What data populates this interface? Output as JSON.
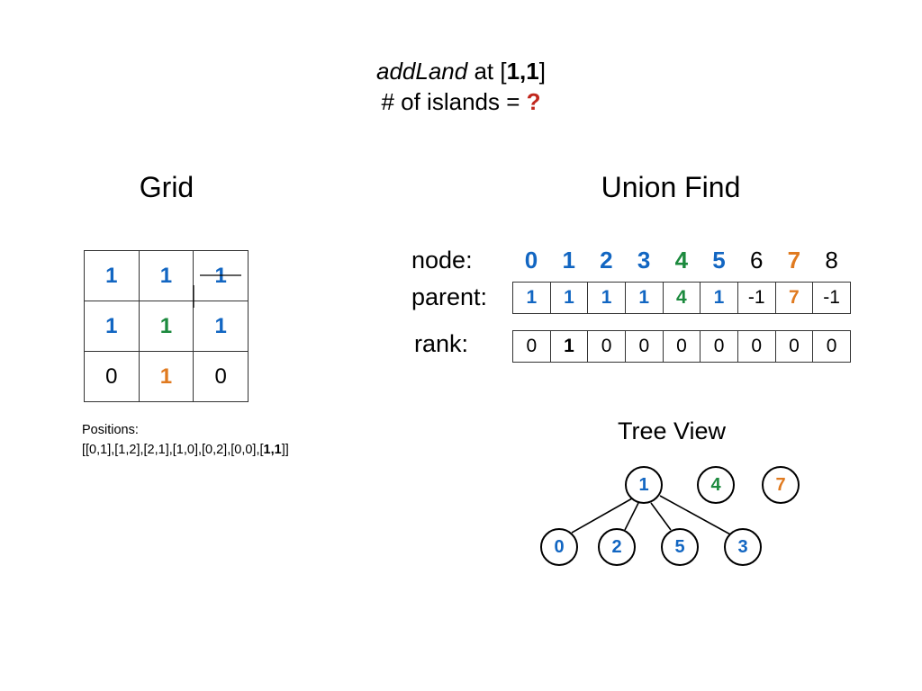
{
  "title": {
    "action_italic": "addLand",
    "action_rest": " at [",
    "coord": "1,1",
    "close": "]",
    "islands_label": "# of islands = ",
    "islands_value": "?"
  },
  "grid": {
    "heading": "Grid",
    "cells": [
      [
        {
          "v": "1",
          "c": "blue"
        },
        {
          "v": "1",
          "c": "blue"
        },
        {
          "v": "1",
          "c": "blue"
        }
      ],
      [
        {
          "v": "1",
          "c": "blue"
        },
        {
          "v": "1",
          "c": "green"
        },
        {
          "v": "1",
          "c": "blue"
        }
      ],
      [
        {
          "v": "0",
          "c": "black"
        },
        {
          "v": "1",
          "c": "orange"
        },
        {
          "v": "0",
          "c": "black"
        }
      ]
    ],
    "positions_label": "Positions:",
    "positions_prefix": "[[0,1],[1,2],[2,1],[1,0],[0,2],[0,0],[",
    "positions_last": "1,1",
    "positions_suffix": "]]"
  },
  "union_find": {
    "heading": "Union Find",
    "node_label": "node:",
    "parent_label": "parent:",
    "rank_label": "rank:",
    "nodes": [
      {
        "v": "0",
        "c": "blue",
        "b": true
      },
      {
        "v": "1",
        "c": "blue",
        "b": true
      },
      {
        "v": "2",
        "c": "blue",
        "b": true
      },
      {
        "v": "3",
        "c": "blue",
        "b": true
      },
      {
        "v": "4",
        "c": "green",
        "b": true
      },
      {
        "v": "5",
        "c": "blue",
        "b": true
      },
      {
        "v": "6",
        "c": "black",
        "b": false
      },
      {
        "v": "7",
        "c": "orange",
        "b": true
      },
      {
        "v": "8",
        "c": "black",
        "b": false
      }
    ],
    "parent": [
      {
        "v": "1",
        "c": "blue",
        "b": true
      },
      {
        "v": "1",
        "c": "blue",
        "b": true
      },
      {
        "v": "1",
        "c": "blue",
        "b": true
      },
      {
        "v": "1",
        "c": "blue",
        "b": true
      },
      {
        "v": "4",
        "c": "green",
        "b": true
      },
      {
        "v": "1",
        "c": "blue",
        "b": true
      },
      {
        "v": "-1",
        "c": "black",
        "b": false
      },
      {
        "v": "7",
        "c": "orange",
        "b": true
      },
      {
        "v": "-1",
        "c": "black",
        "b": false
      }
    ],
    "rank": [
      {
        "v": "0",
        "b": false
      },
      {
        "v": "1",
        "b": true
      },
      {
        "v": "0",
        "b": false
      },
      {
        "v": "0",
        "b": false
      },
      {
        "v": "0",
        "b": false
      },
      {
        "v": "0",
        "b": false
      },
      {
        "v": "0",
        "b": false
      },
      {
        "v": "0",
        "b": false
      },
      {
        "v": "0",
        "b": false
      }
    ]
  },
  "tree": {
    "heading": "Tree View",
    "root": {
      "v": "1",
      "c": "blue"
    },
    "others": [
      {
        "v": "4",
        "c": "green"
      },
      {
        "v": "7",
        "c": "orange"
      }
    ],
    "children": [
      {
        "v": "0",
        "c": "blue"
      },
      {
        "v": "2",
        "c": "blue"
      },
      {
        "v": "5",
        "c": "blue"
      },
      {
        "v": "3",
        "c": "blue"
      }
    ]
  },
  "colors": {
    "blue": "#1266c2",
    "green": "#1c8a3e",
    "orange": "#e07a1f",
    "red": "#c1271d",
    "black": "#000000"
  }
}
